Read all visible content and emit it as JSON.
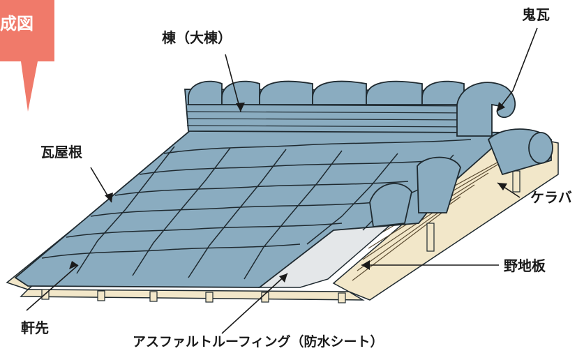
{
  "badge": {
    "text": "成図"
  },
  "labels": {
    "ridge": "棟（大棟）",
    "onigawara": "鬼瓦",
    "tile_roof": "瓦屋根",
    "keraba": "ケラバ",
    "nojiita": "野地板",
    "nokisaki": "軒先",
    "underlay": "アスファルトルーフィング（防水シート）"
  },
  "colors": {
    "tile": "#8aacc0",
    "tile_outline": "#1f2a30",
    "board": "#f2e7c9",
    "board_line": "#5a4a30",
    "felt": "#e4e7e9",
    "badge": "#f07a6a"
  }
}
